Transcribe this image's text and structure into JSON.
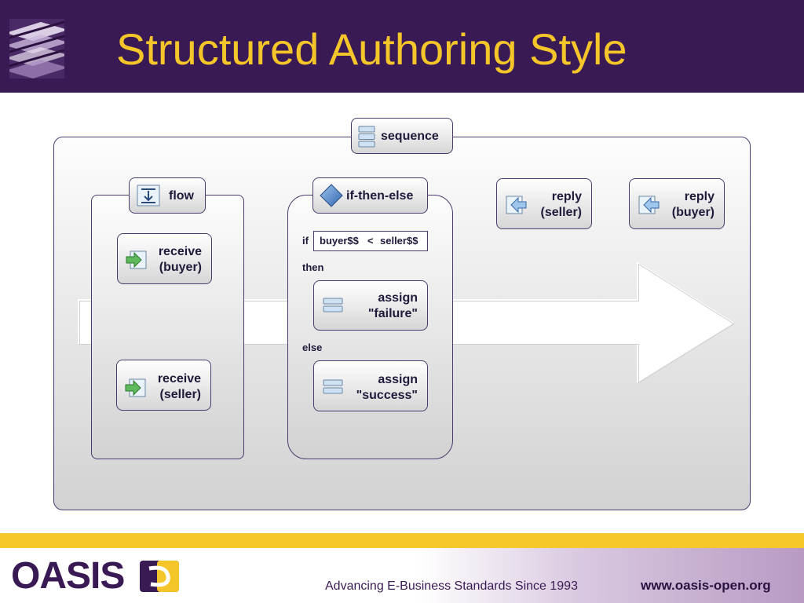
{
  "slide": {
    "title": "Structured Authoring Style"
  },
  "diagram": {
    "sequence": {
      "label": "sequence",
      "icon": "sequence-icon"
    },
    "flow": {
      "label": "flow",
      "icon": "flow-icon"
    },
    "receive_buyer": {
      "line1": "receive",
      "line2": "(buyer)",
      "icon": "receive-icon"
    },
    "receive_seller": {
      "line1": "receive",
      "line2": "(seller)",
      "icon": "receive-icon"
    },
    "if_then_else": {
      "label": "if-then-else",
      "icon": "diamond-icon",
      "if_label": "if",
      "then_label": "then",
      "else_label": "else",
      "condition": {
        "left": "buyer$$",
        "operator": "<",
        "right": "seller$$"
      }
    },
    "assign_failure": {
      "line1": "assign",
      "line2": "\"failure\"",
      "icon": "assign-icon"
    },
    "assign_success": {
      "line1": "assign",
      "line2": "\"success\"",
      "icon": "assign-icon"
    },
    "reply_seller": {
      "line1": "reply",
      "line2": "(seller)",
      "icon": "reply-icon"
    },
    "reply_buyer": {
      "line1": "reply",
      "line2": "(buyer)",
      "icon": "reply-icon"
    }
  },
  "footer": {
    "logo_text": "OASIS",
    "tagline": "Advancing E-Business Standards Since 1993",
    "url": "www.oasis-open.org"
  },
  "colors": {
    "header_bg": "#3a1a54",
    "title": "#f5c62a",
    "footer_stripe": "#f7c82a",
    "panel_border": "#4c3a6e"
  }
}
